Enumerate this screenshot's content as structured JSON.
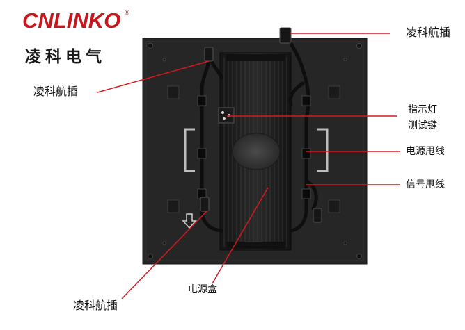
{
  "logo": {
    "brand": "CNLINKO",
    "registered": "®",
    "cn_name": "凌科电气"
  },
  "labels": {
    "top_right_connector": "凌科航插",
    "left_connector": "凌科航插",
    "indicator_line1": "指示灯",
    "indicator_line2": "测试键",
    "power_cable": "电源甩线",
    "signal_cable": "信号甩线",
    "power_box": "电源盒",
    "bottom_left_connector": "凌科航插"
  },
  "colors": {
    "leader_line": "#d7191f",
    "panel": "#262626",
    "box": "#1c1c1c",
    "brand_red": "#c8161d"
  }
}
